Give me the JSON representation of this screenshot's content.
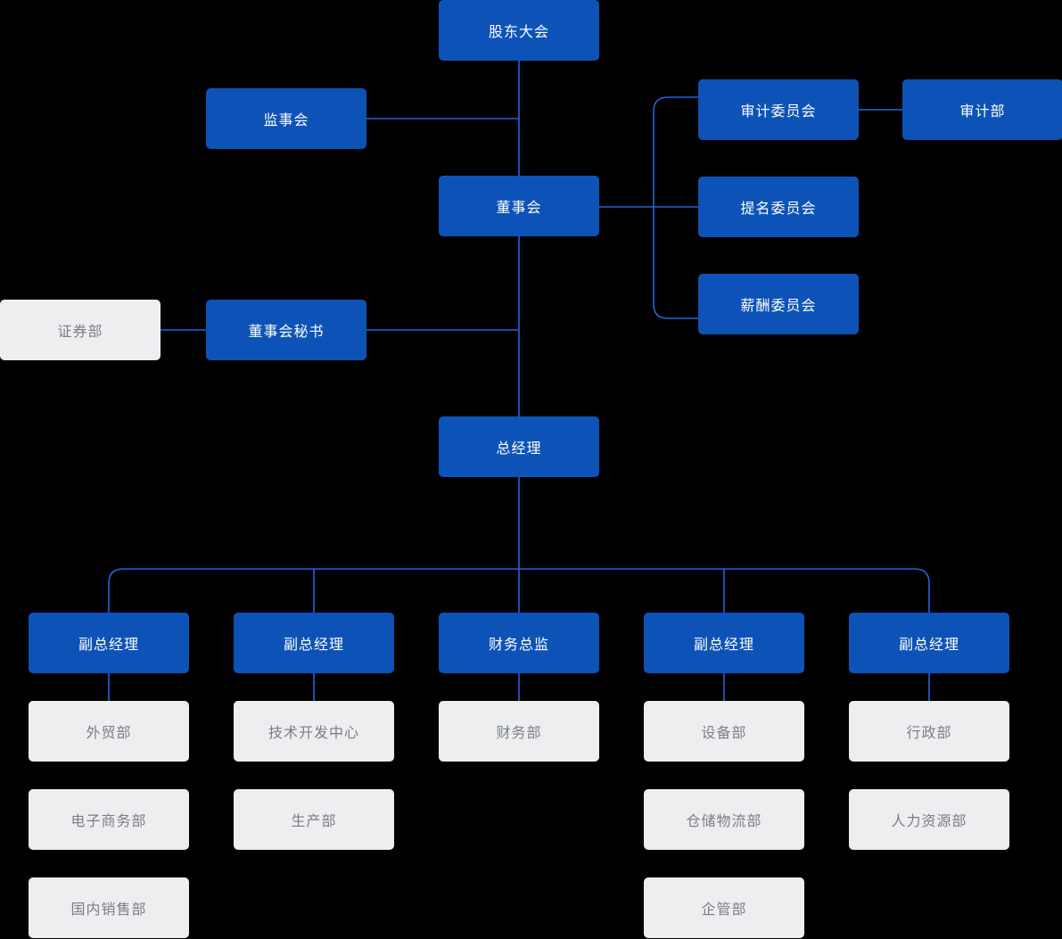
{
  "diagram_type": "org-chart",
  "colors": {
    "primary_box": "#0D53B7",
    "primary_text": "#FFFFFF",
    "secondary_box": "#EDEEF0",
    "secondary_text": "#7B7E84",
    "connector": "#2363DC",
    "background": "#000000"
  },
  "nodes": {
    "shareholders_meeting": {
      "label": "股东大会"
    },
    "supervisory_board": {
      "label": "监事会"
    },
    "board_of_directors": {
      "label": "董事会"
    },
    "audit_committee": {
      "label": "审计委员会"
    },
    "audit_dept": {
      "label": "审计部"
    },
    "nomination_committee": {
      "label": "提名委员会"
    },
    "compensation_committee": {
      "label": "薪酬委员会"
    },
    "securities_dept": {
      "label": "证券部"
    },
    "board_secretary": {
      "label": "董事会秘书"
    },
    "general_manager": {
      "label": "总经理"
    },
    "deputy_gm_1": {
      "label": "副总经理"
    },
    "deputy_gm_2": {
      "label": "副总经理"
    },
    "finance_director": {
      "label": "财务总监"
    },
    "deputy_gm_3": {
      "label": "副总经理"
    },
    "deputy_gm_4": {
      "label": "副总经理"
    },
    "foreign_trade_dept": {
      "label": "外贸部"
    },
    "tech_dev_center": {
      "label": "技术开发中心"
    },
    "finance_dept": {
      "label": "财务部"
    },
    "equipment_dept": {
      "label": "设备部"
    },
    "admin_dept": {
      "label": "行政部"
    },
    "ecommerce_dept": {
      "label": "电子商务部"
    },
    "production_dept": {
      "label": "生产部"
    },
    "warehouse_logistics_dept": {
      "label": "仓储物流部"
    },
    "hr_dept": {
      "label": "人力资源部"
    },
    "domestic_sales_dept": {
      "label": "国内销售部"
    },
    "enterprise_mgmt_dept": {
      "label": "企管部"
    }
  }
}
